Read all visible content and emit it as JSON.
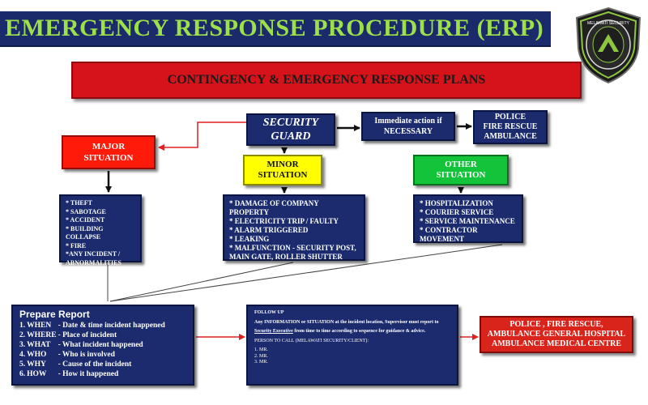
{
  "header": {
    "title": "EMERGENCY RESPONSE PROCEDURE (ERP)"
  },
  "logo": {
    "ring_text": "MELAWATI SECURITY",
    "label": "SHIELD-LOGO"
  },
  "plans": {
    "title": "CONTINGENCY & EMERGENCY RESPONSE PLANS"
  },
  "guard": {
    "line1": "SECURITY",
    "line2": "GUARD"
  },
  "immediate": {
    "line1": "Immediate action if",
    "line2": "NECESSARY"
  },
  "police": {
    "line1": "POLICE",
    "line2": "FIRE RESCUE",
    "line3": "AMBULANCE"
  },
  "major": {
    "line1": "MAJOR",
    "line2": "SITUATION"
  },
  "minor": {
    "line1": "MINOR",
    "line2": "SITUATION"
  },
  "other": {
    "line1": "OTHER",
    "line2": "SITUATION"
  },
  "major_items": [
    "* THEFT",
    "* SABOTAGE",
    "* ACCIDENT",
    "* BUILDING COLLAPSE",
    "* FIRE",
    "*ANY INCIDENT /",
    "ABNORMALITIES"
  ],
  "minor_items": [
    "* DAMAGE OF COMPANY PROPERTY",
    "* ELECTRICITY TRIP / FAULTY",
    "* ALARM TRIGGERED",
    "* LEAKING",
    "* MALFUNCTION - SECURITY POST,",
    "MAIN GATE, ROLLER SHUTTER"
  ],
  "other_items": [
    "* HOSPITALIZATION",
    "* COURIER SERVICE",
    "* SERVICE MAINTENANCE",
    "* CONTRACTOR MOVEMENT"
  ],
  "report": {
    "title": "Prepare Report",
    "rows": [
      {
        "num": "1.",
        "key": "WHEN",
        "desc": "- Date & time incident happened"
      },
      {
        "num": "2.",
        "key": "WHERE",
        "desc": "- Place of incident"
      },
      {
        "num": "3.",
        "key": "WHAT",
        "desc": "- What incident happened"
      },
      {
        "num": "4.",
        "key": "WHO",
        "desc": "- Who is involved"
      },
      {
        "num": "5.",
        "key": "WHY",
        "desc": "- Cause of the incident"
      },
      {
        "num": "6.",
        "key": "HOW",
        "desc": "- How it happened"
      }
    ]
  },
  "followup": {
    "heading": "FOLLOW UP",
    "line1": "Any INFORMATION or SITUATION at the incident location, Supervisor must report to",
    "exec": "Security Executive",
    "line2": "from time to time according to sequence for guidance & advice.",
    "person_heading": "PERSON TO CALL (MELAWATI SECURITY/CLIENT):",
    "persons": [
      "1. MR.",
      "2. MR.",
      "3. MR."
    ]
  },
  "final": {
    "line1": "POLICE , FIRE RESCUE,",
    "line2": "AMBULANCE GENERAL HOSPITAL",
    "line3": "AMBULANCE  MEDICAL CENTRE"
  }
}
